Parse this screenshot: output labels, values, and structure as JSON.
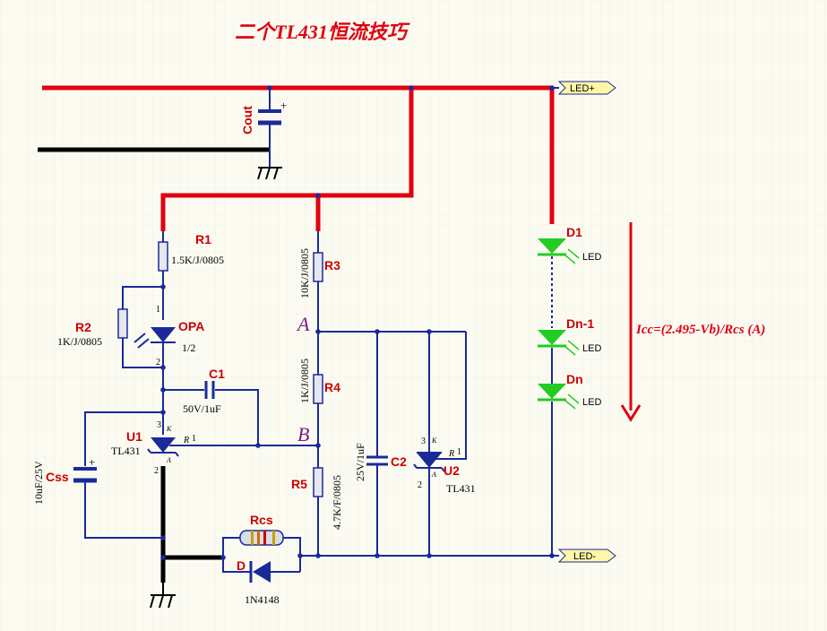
{
  "title": "二个TL431恒流技巧",
  "formula": "Icc=(2.495-Vb)/Rcs  (A)",
  "ports": {
    "led_plus": "LED+",
    "led_minus": "LED-"
  },
  "nodes": {
    "a": "A",
    "b": "B"
  },
  "components": {
    "cout": {
      "ref": "Cout"
    },
    "r1": {
      "ref": "R1",
      "value": "1.5K/J/0805"
    },
    "r2": {
      "ref": "R2",
      "value": "1K/J/0805"
    },
    "opa": {
      "ref": "OPA",
      "value": "1/2"
    },
    "c1": {
      "ref": "C1",
      "value": "50V/1uF"
    },
    "u1": {
      "ref": "U1",
      "value": "TL431"
    },
    "css": {
      "ref": "Css",
      "value": "10uF/25V"
    },
    "r3": {
      "ref": "R3",
      "value": "10K/J/0805"
    },
    "r4": {
      "ref": "R4",
      "value": "1K/J/0805"
    },
    "r5": {
      "ref": "R5",
      "value": "4.7K/F/0805"
    },
    "c2": {
      "ref": "C2",
      "value": "25V/1uF"
    },
    "u2": {
      "ref": "U2",
      "value": "TL431"
    },
    "rcs": {
      "ref": "Rcs"
    },
    "d": {
      "ref": "D",
      "value": "1N4148"
    },
    "d1": {
      "ref": "D1",
      "value": "LED"
    },
    "dn1": {
      "ref": "Dn-1",
      "value": "LED"
    },
    "dn": {
      "ref": "Dn",
      "value": "LED"
    }
  },
  "pins": {
    "opa_top": "1",
    "opa_bot": "2",
    "u1_k": "K",
    "u1_a": "A",
    "u1_r": "R",
    "u1_1": "1",
    "u1_2": "2",
    "u1_3": "3",
    "u2_k": "K",
    "u2_a": "A",
    "u2_r": "R",
    "u2_1": "1",
    "u2_2": "2",
    "u2_3": "3"
  },
  "colors": {
    "wire": "#1a2a9a",
    "power": "#e00010",
    "ground": "#000000",
    "led": "#22cc22",
    "label": "#cc0000",
    "node": "#7a1f8a"
  }
}
